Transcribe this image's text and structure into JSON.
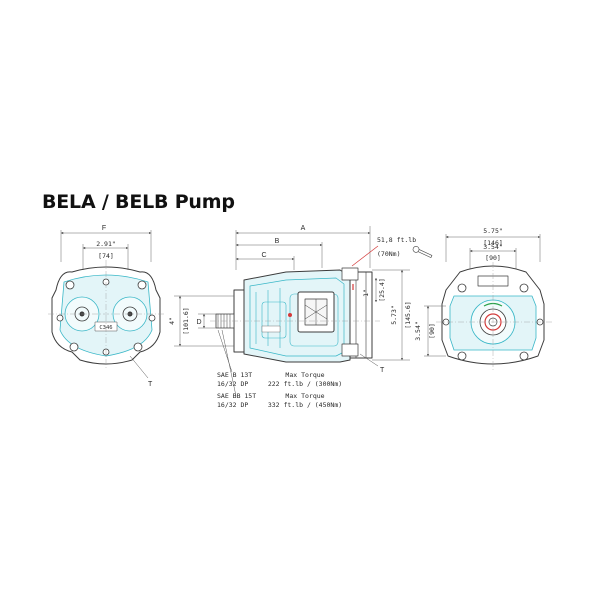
{
  "title": "BELA / BELB Pump",
  "front_view": {
    "dim_f": "F",
    "dim_width_in": "2.91\"",
    "dim_width_mm": "[74]",
    "port_label": "T",
    "badge_text": "C346"
  },
  "side_view": {
    "dim_a": "A",
    "dim_b": "B",
    "dim_c": "C",
    "dim_d": "D",
    "dim_4in": "4\"",
    "dim_4in_mm": "[101.6]",
    "dim_1in": "1\"",
    "dim_1in_mm": "[25.4]",
    "dim_573_in": "5.73\"",
    "dim_573_mm": "[145.6]",
    "torque_value": "51,8  ft.lb",
    "torque_nm": "(70Nm)",
    "port_label": "T",
    "spline_1_line1": "SAE  B  13T",
    "spline_1_line2": "16/32  DP",
    "spline_1_torque_label": "Max Torque",
    "spline_1_torque_value": "222  ft.lb  /  (300Nm)",
    "spline_2_line1": "SAE  BB  15T",
    "spline_2_line2": "16/32  DP",
    "spline_2_torque_label": "Max Torque",
    "spline_2_torque_value": "332  ft.lb  /  (450Nm)"
  },
  "rear_view": {
    "dim_575_in": "5.75\"",
    "dim_575_mm": "[146]",
    "dim_354_in": "3.54\"",
    "dim_354_mm": "[90]",
    "dim_354v_in": "3.54\"",
    "dim_354v_mm": "[90]"
  },
  "colors": {
    "outline": "#3c3c3c",
    "section": "#39b7c7",
    "annotation": "#d43a3a"
  }
}
